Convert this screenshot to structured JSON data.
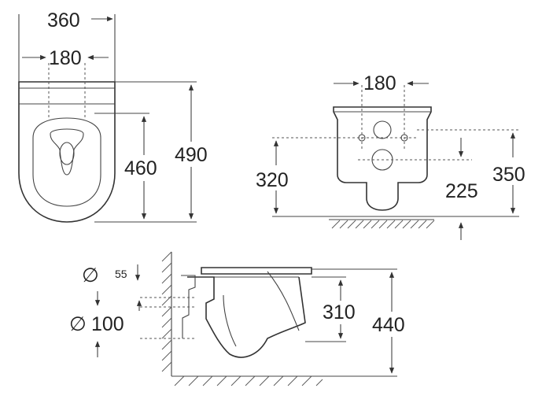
{
  "top_view": {
    "dim_total_width": "360",
    "dim_hole_spacing": "180",
    "dim_inner_length": "460",
    "dim_total_length": "490"
  },
  "front_view": {
    "dim_hole_spacing": "180",
    "dim_floor_to_bolts": "320",
    "dim_floor_to_outlet": "225",
    "dim_floor_to_top_bolts": "350"
  },
  "side_view": {
    "diameter_symbol_1": "∅",
    "dim_inlet_diameter": "55",
    "diameter_symbol_2": "∅",
    "dim_outlet_diameter": "100",
    "dim_pan_height": "310",
    "dim_total_height": "440"
  }
}
